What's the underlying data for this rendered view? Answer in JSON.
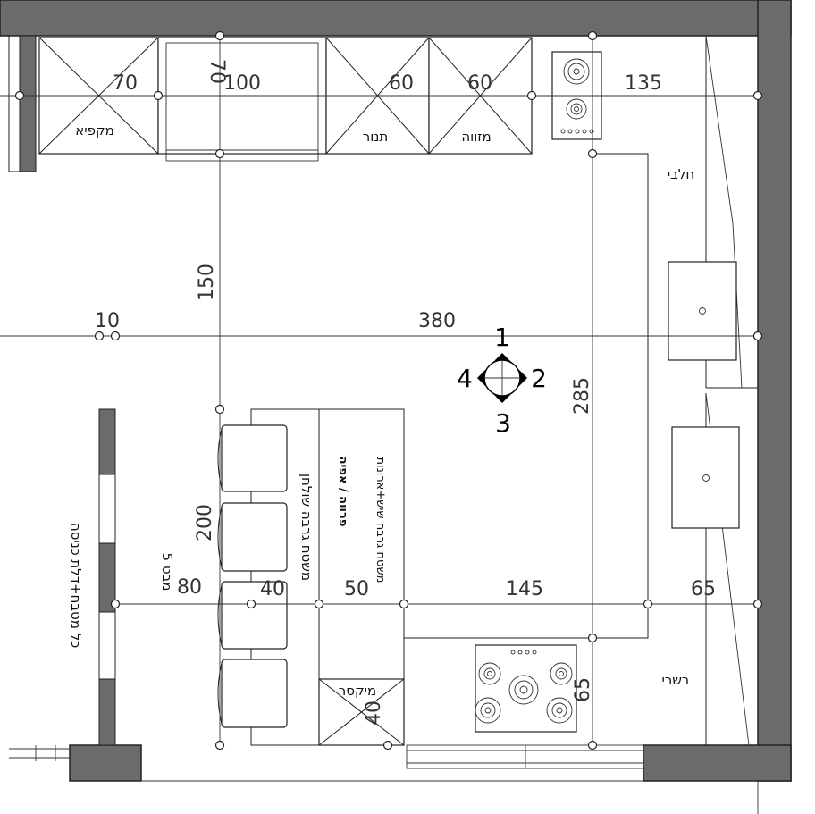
{
  "dimensions": {
    "top_70_left": "70",
    "top_70_second": "70",
    "top_100": "100",
    "top_60_oven": "60",
    "top_60_dish": "60",
    "top_135": "135",
    "d_150": "150",
    "d_10": "10",
    "d_380": "380",
    "d_285": "285",
    "d_200": "200",
    "d_80": "80",
    "d_40": "40",
    "d_50": "50",
    "d_145": "145",
    "d_65_right": "65",
    "d_65_stove": "65",
    "d_40_mixer": "40"
  },
  "labels": {
    "freezer": "מקפיא",
    "oven": "תנור",
    "dishwasher": "מזווה",
    "dairy": "חלבי",
    "meat": "בשרי",
    "pastry": "פרווה / אפיה",
    "counter_sink": "משטח גרבה שיש+ארונות",
    "counter_table": "משטח גרבה שולחן",
    "mixer": "מיקסר",
    "steps": "מבט 5",
    "vertical_note": "כל מטבח+דלת כניסה"
  },
  "compass": {
    "n1": "1",
    "n2": "2",
    "n3": "3",
    "n4": "4"
  },
  "colors": {
    "wall": "#6b6b6b",
    "line": "#222222"
  }
}
